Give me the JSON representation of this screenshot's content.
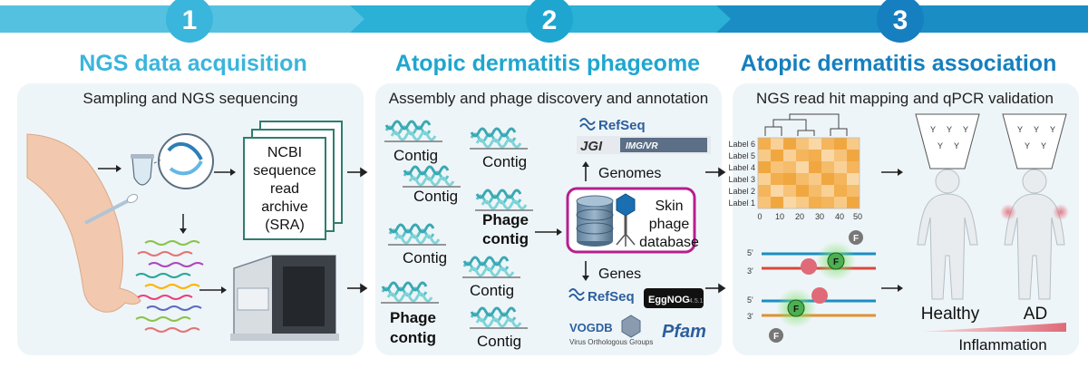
{
  "colors": {
    "arrow1": "#55c1e0",
    "arrow2": "#2bb0d6",
    "arrow3": "#1a8ec4",
    "panel_bg": "#eef5f8",
    "sra_green": "#2f7d6e",
    "db_border": "#b51f8f",
    "heatmap_dark": "#f0a030",
    "heatmap_light": "#fde6c2",
    "inflammation": "#e06a78"
  },
  "steps": [
    {
      "number": "1",
      "title": "NGS data acquisition",
      "title_color": "#3ab5dc",
      "subtitle": "Sampling and NGS sequencing"
    },
    {
      "number": "2",
      "title": "Atopic dermatitis phageome",
      "title_color": "#1ea6d0",
      "subtitle": "Assembly and phage discovery and annotation"
    },
    {
      "number": "3",
      "title": "Atopic dermatitis association",
      "title_color": "#157fbf",
      "subtitle": "NGS read hit mapping and qPCR validation"
    }
  ],
  "panel1": {
    "sra_lines": [
      "NCBI",
      "sequence",
      "read",
      "archive",
      "(SRA)"
    ]
  },
  "panel2": {
    "contig_label": "Contig",
    "phage_contig_lines": [
      "Phage",
      "contig"
    ],
    "genomes_label": "Genomes",
    "genes_label": "Genes",
    "database_lines": [
      "Skin",
      "phage",
      "database"
    ],
    "logos": {
      "refseq": "RefSeq",
      "jgi": "JGI",
      "imgvr": "IMG/VR",
      "eggnog": "EggNOG",
      "eggnog_version": "4.5.1",
      "vogdb": "VOGDB",
      "vogdb_caption": "Virus Orthologous Groups",
      "pfam": "Pfam"
    }
  },
  "panel3": {
    "heatmap_row_labels": [
      "Label 6",
      "Label 5",
      "Label 4",
      "Label 3",
      "Label 2",
      "Label 1"
    ],
    "heatmap_x_ticks": [
      "0",
      "10",
      "20",
      "30",
      "40",
      "50"
    ],
    "heatmap_values": [
      [
        0.8,
        0.3,
        0.9,
        0.5,
        0.2,
        0.7,
        0.9,
        0.4
      ],
      [
        0.4,
        0.9,
        0.3,
        0.7,
        0.8,
        0.2,
        0.5,
        0.9
      ],
      [
        0.9,
        0.5,
        0.6,
        0.2,
        0.9,
        0.6,
        0.3,
        0.7
      ],
      [
        0.3,
        0.8,
        0.9,
        0.6,
        0.4,
        0.9,
        0.7,
        0.2
      ],
      [
        0.7,
        0.2,
        0.5,
        0.9,
        0.6,
        0.3,
        0.8,
        0.6
      ],
      [
        0.5,
        0.9,
        0.2,
        0.4,
        0.8,
        0.7,
        0.4,
        0.9
      ]
    ],
    "primer_5": "5'",
    "primer_3": "3'",
    "fluor": "F",
    "healthy_label": "Healthy",
    "ad_label": "AD",
    "inflammation_label": "Inflammation"
  }
}
